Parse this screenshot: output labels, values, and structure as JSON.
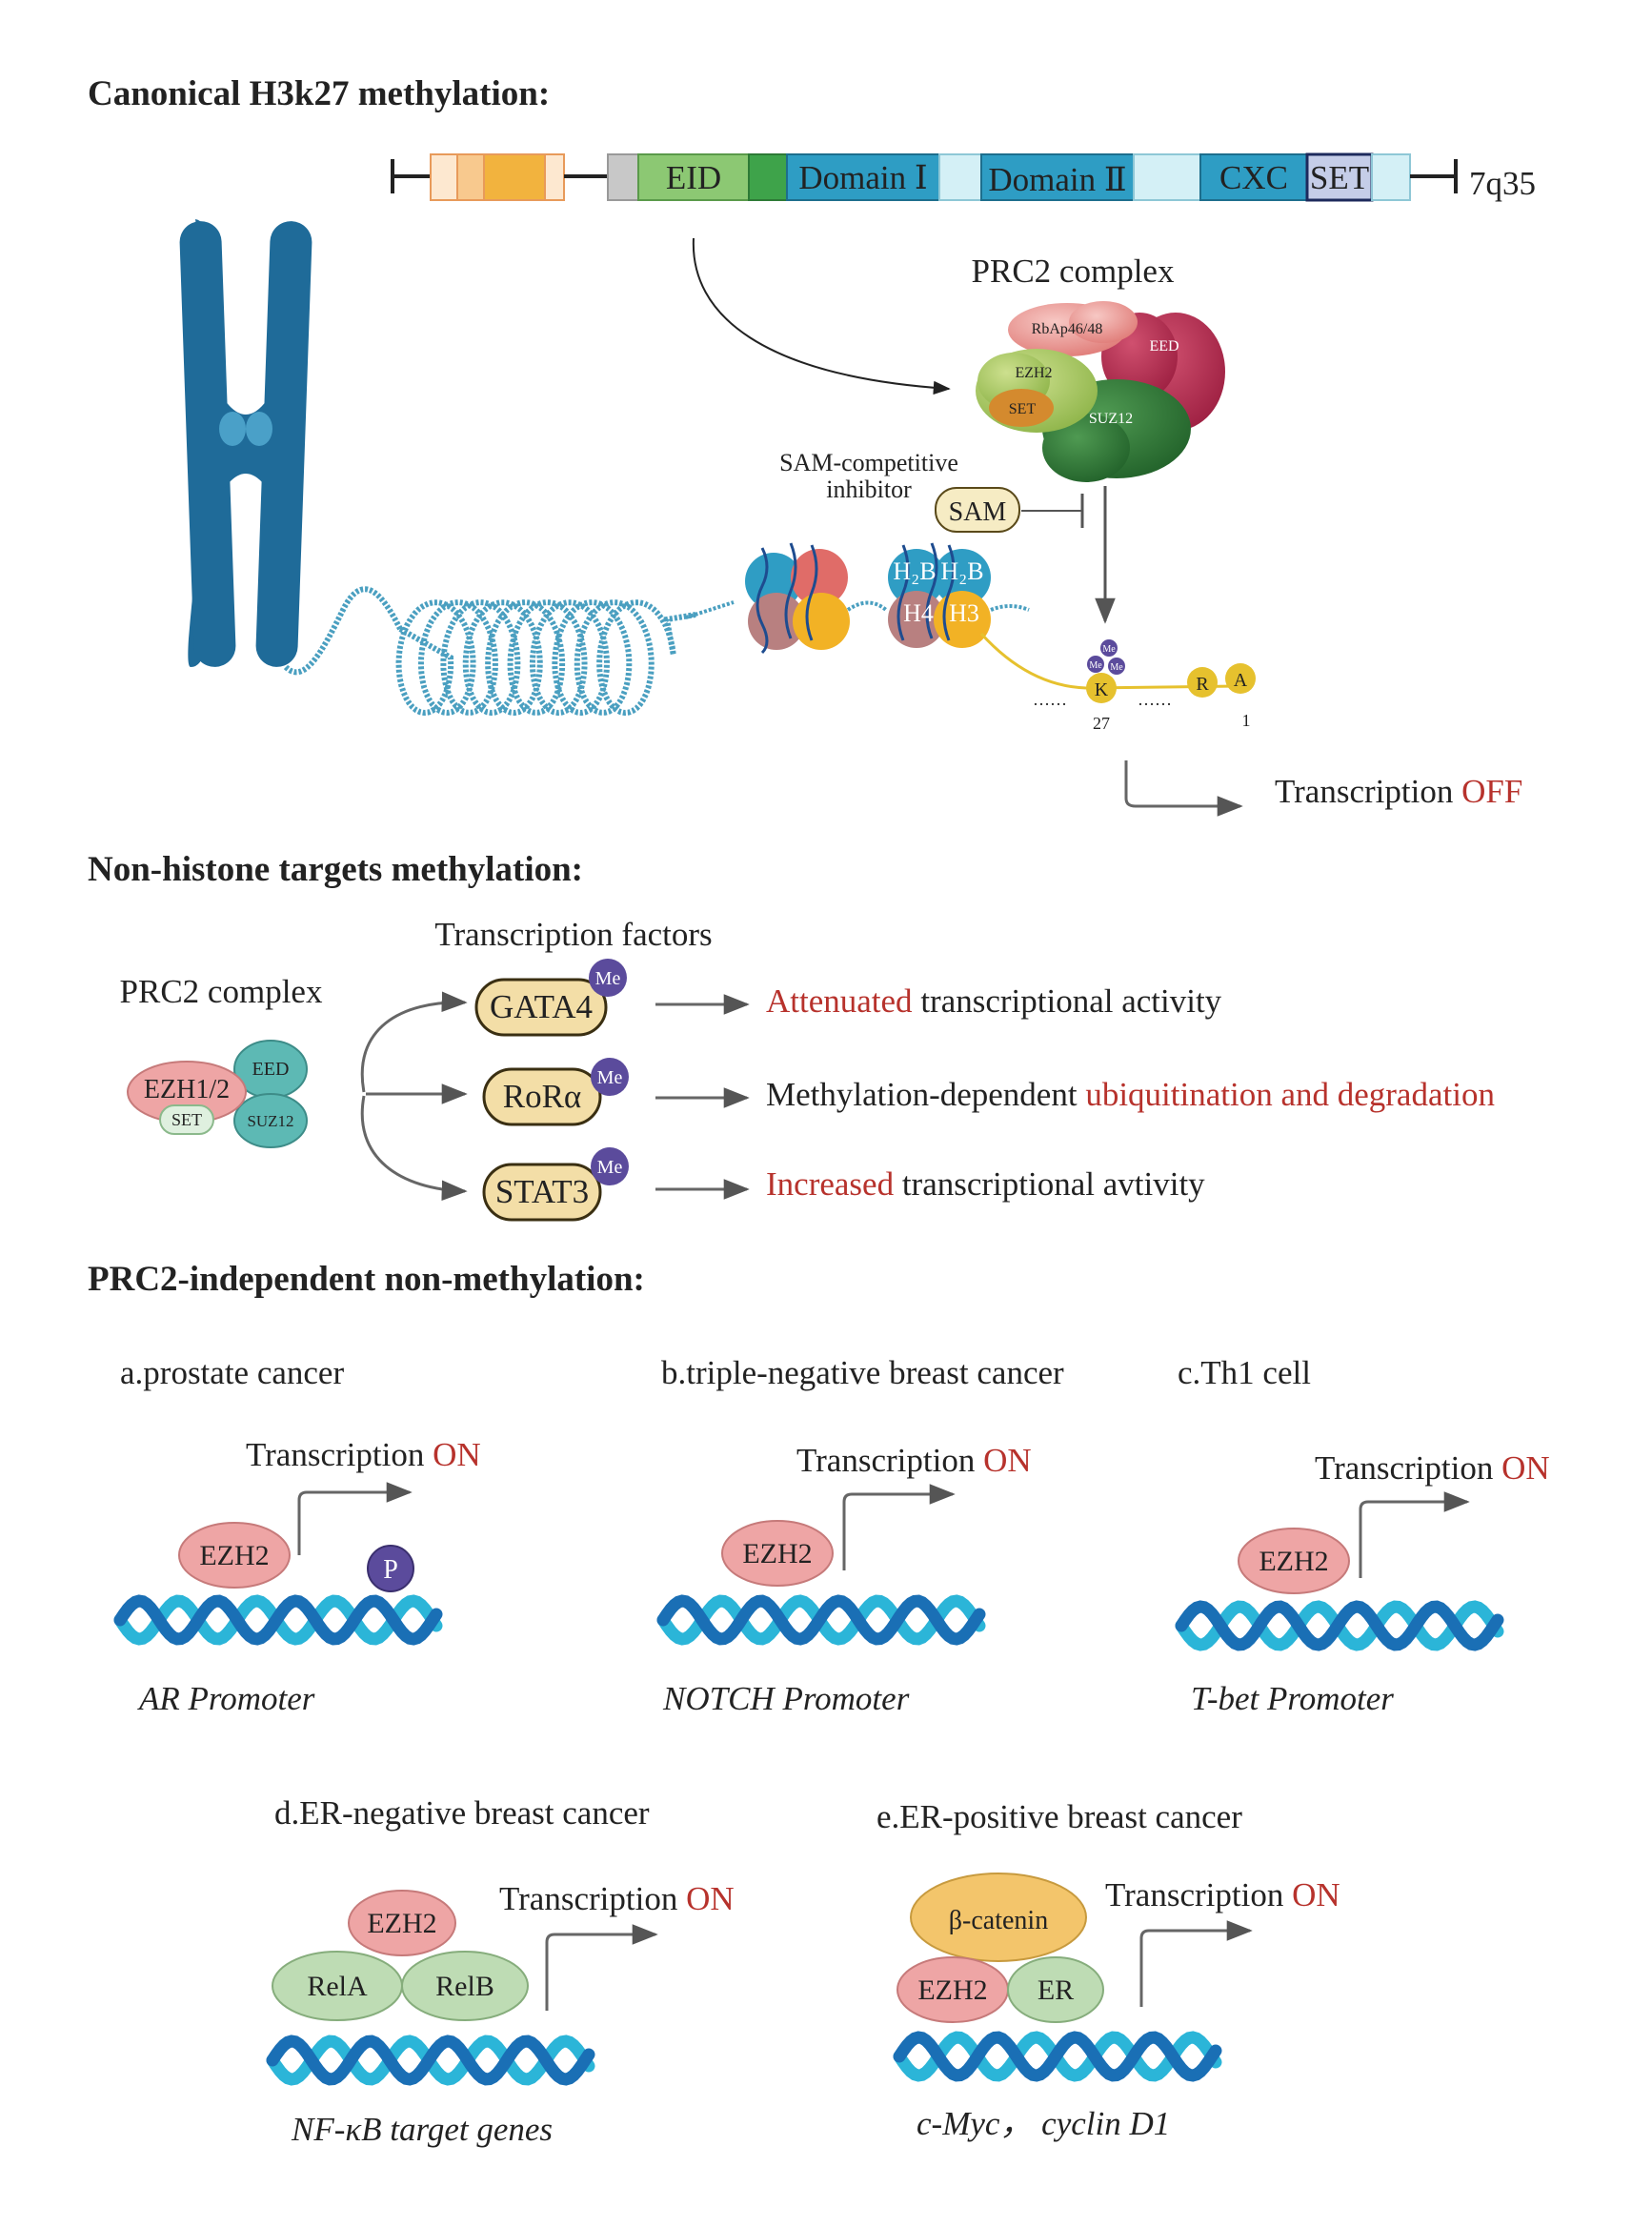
{
  "headings": {
    "canonical": "Canonical H3k27 methylation:",
    "non_histone": "Non-histone targets methylation:",
    "independent": "PRC2-independent non-methylation:"
  },
  "gene": {
    "domains": [
      "EID",
      "Domain Ⅰ",
      "Domain Ⅱ",
      "CXC",
      "SET"
    ],
    "locus": "7q35"
  },
  "prc2_top": {
    "title": "PRC2 complex",
    "subunits": {
      "rbap": "RbAp46/48",
      "eed": "EED",
      "ezh2": "EZH2",
      "set": "SET",
      "suz12": "SUZ12"
    }
  },
  "sam": {
    "caption_line1": "SAM-competitive",
    "caption_line2": "inhibitor",
    "label": "SAM"
  },
  "histones": {
    "h2b_a": "H₂B",
    "h2b_b": "H₂B",
    "h4": "H4",
    "h3": "H3"
  },
  "tail": {
    "me": "Me",
    "k": "K",
    "r": "R",
    "a": "A",
    "dots": "……",
    "pos_k": "27",
    "pos_a": "1"
  },
  "transcription_off": {
    "prefix": "Transcription ",
    "state": "OFF"
  },
  "non_histone": {
    "tf_title": "Transcription factors",
    "complex_title": "PRC2 complex",
    "complex": {
      "ezh": "EZH1/2",
      "set": "SET",
      "eed": "EED",
      "suz12": "SUZ12"
    },
    "me": "Me",
    "targets": [
      {
        "name": "GATA4",
        "highlight": "Attenuated",
        "rest": " transcriptional activity"
      },
      {
        "name": "RoRα",
        "prefix": "Methylation-dependent ",
        "highlight": "ubiquitination and degradation"
      },
      {
        "name": "STAT3",
        "highlight": "Increased",
        "rest": " transcriptional avtivity"
      }
    ]
  },
  "transcription_on": {
    "prefix": "Transcription ",
    "state": "ON"
  },
  "cases": {
    "a": {
      "title": "a.prostate cancer",
      "protein": "EZH2",
      "mark": "P",
      "promoter": "AR Promoter"
    },
    "b": {
      "title": "b.triple-negative breast cancer",
      "protein": "EZH2",
      "promoter": "NOTCH Promoter"
    },
    "c": {
      "title": "c.Th1 cell",
      "protein": "EZH2",
      "promoter": "T-bet Promoter"
    },
    "d": {
      "title": "d.ER-negative breast cancer",
      "top": "EZH2",
      "left": "RelA",
      "right": "RelB",
      "promoter": "NF-κB target genes"
    },
    "e": {
      "title": "e.ER-positive breast cancer",
      "top": "β-catenin",
      "left": "EZH2",
      "right": "ER",
      "promoter": "c-Myc，  cyclin D1"
    }
  },
  "colors": {
    "chromosome": "#1f6b99",
    "dna_dark": "#1a6fb5",
    "dna_light": "#2bb5d8",
    "ezh2_pink": "#eea5a5",
    "eed_teal": "#5db9b4",
    "tf_tan": "#f3dea7",
    "me_purple": "#5b4b9c",
    "rel_green": "#bedcb4",
    "catenin_orange": "#f3c56b",
    "accent_red": "#b7322c",
    "sam_fill": "#f6ecc4",
    "tail_yellow": "#e6c12e"
  }
}
